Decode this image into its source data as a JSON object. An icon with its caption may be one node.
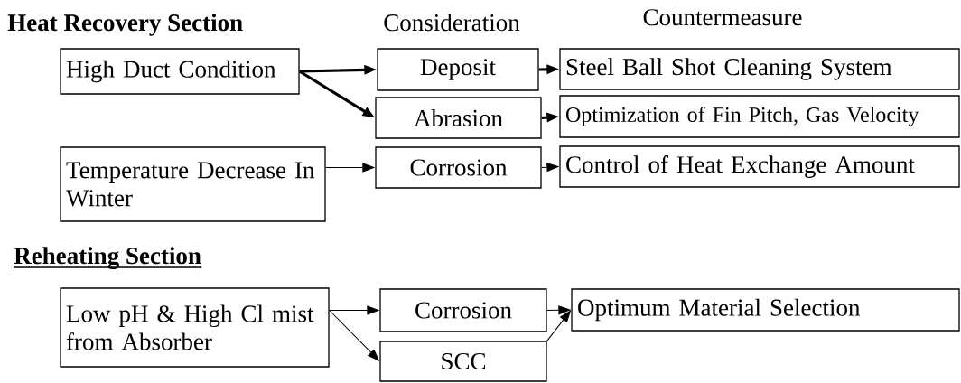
{
  "diagram": {
    "nodes": [
      {
        "text": [
          "High Duct Condition"
        ]
      },
      {
        "text": [
          "Deposit"
        ]
      },
      {
        "text": [
          "Abrasion"
        ]
      },
      {
        "text": [
          "Steel Ball Shot Cleaning System"
        ]
      },
      {
        "text": [
          "Optimization of Fin Pitch, Gas Velocity"
        ]
      },
      {
        "text": [
          "Temperature Decrease In Winter"
        ]
      },
      {
        "text": [
          "Corrosion"
        ]
      },
      {
        "text": [
          "Control of Heat Exchange Amount"
        ]
      },
      {
        "text": [
          "Low pH & High Cl mist from Absorber"
        ]
      },
      {
        "text": [
          "Corrosion"
        ]
      },
      {
        "text": [
          "SCC"
        ]
      },
      {
        "text": [
          "Optimum Material Selection"
        ]
      }
    ],
    "edges": [
      {
        "from": 0,
        "to": 1,
        "arrow": "to",
        "style": "thick"
      },
      {
        "from": 0,
        "to": 2,
        "arrow": "to",
        "style": "thick"
      },
      {
        "from": 1,
        "to": 3,
        "arrow": "to",
        "style": "thick"
      },
      {
        "from": 2,
        "to": 4,
        "arrow": "to",
        "style": "thick"
      },
      {
        "from": 5,
        "to": 6,
        "arrow": "to"
      },
      {
        "from": 6,
        "to": 7,
        "arrow": "to"
      },
      {
        "from": 8,
        "to": 9,
        "arrow": "to"
      },
      {
        "from": 8,
        "to": 10,
        "arrow": "to"
      },
      {
        "from": 9,
        "to": 11,
        "arrow": "to"
      },
      {
        "from": 10,
        "to": 11,
        "arrow": "to"
      }
    ],
    "labels": [
      "Heat Recovery Section",
      "Consideration",
      "Countermeasure",
      "Reheating Section"
    ]
  }
}
